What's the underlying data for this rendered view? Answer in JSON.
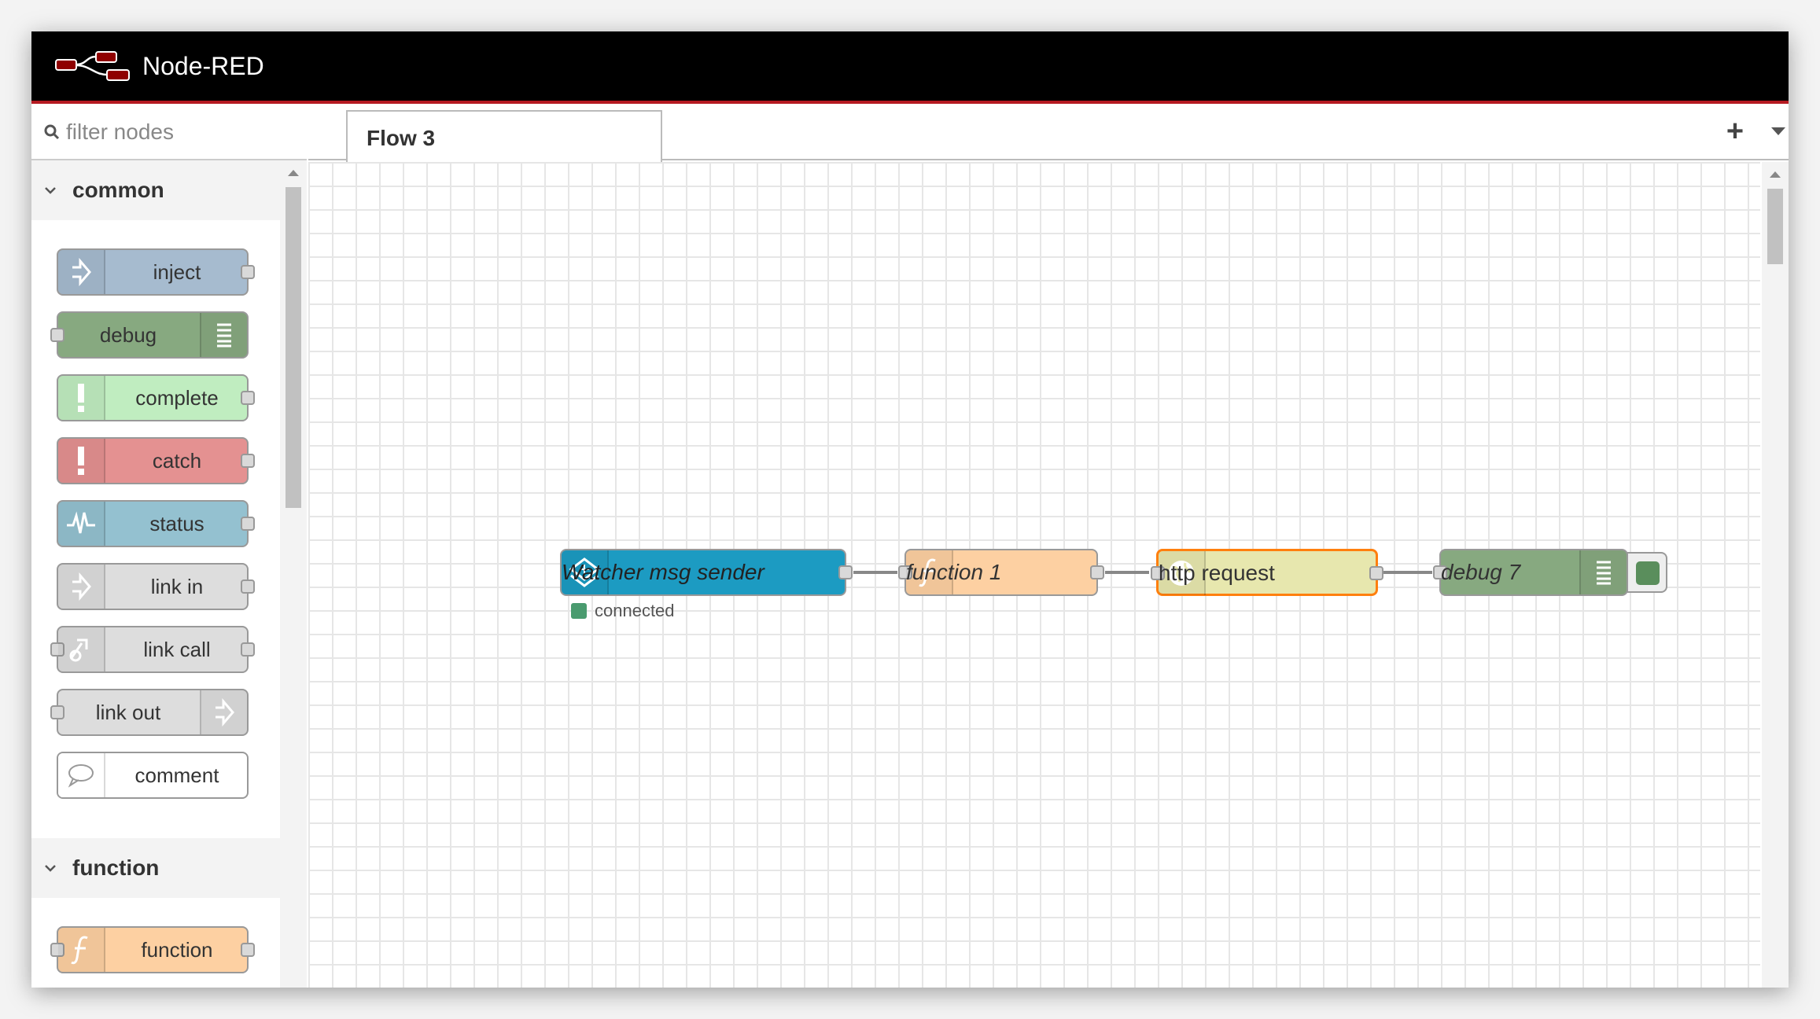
{
  "app": {
    "title": "Node-RED"
  },
  "palette": {
    "filter_placeholder": "filter nodes",
    "categories": [
      {
        "name": "common",
        "nodes": [
          "inject",
          "debug",
          "complete",
          "catch",
          "status",
          "link in",
          "link call",
          "link out",
          "comment"
        ]
      },
      {
        "name": "function",
        "nodes": [
          "function"
        ]
      }
    ]
  },
  "workspace": {
    "tabs": [
      {
        "label": "Flow 3"
      }
    ],
    "add_tab": "+",
    "nodes": [
      {
        "label": "Watcher msg sender",
        "status": "connected",
        "color": "#1c9bc2"
      },
      {
        "label": "function 1",
        "color": "#fdd0a2"
      },
      {
        "label": "http request",
        "color": "#e7e7ae",
        "selected": true
      },
      {
        "label": "debug 7",
        "color": "#87a980"
      }
    ]
  },
  "colors": {
    "header_bg": "#000000",
    "header_accent": "#b51a21",
    "inject": "#a6bbcf",
    "debug": "#87a980",
    "complete": "#c0edc0",
    "catch": "#e49191",
    "status": "#94c1d0",
    "link": "#dddddd",
    "comment": "#ffffff",
    "function": "#fdd0a2",
    "http_request": "#e7e7ae",
    "watcher": "#1c9bc2",
    "selected_outline": "#ff7f0e",
    "status_dot": "#4a9b6f"
  },
  "icons": [
    "node-red-logo",
    "search-icon",
    "chevron-down-icon",
    "inject-arrow-icon",
    "debug-list-icon",
    "exclamation-icon",
    "pulse-icon",
    "link-in-icon",
    "link-call-icon",
    "link-out-icon",
    "comment-bubble-icon",
    "function-f-icon",
    "globe-icon",
    "watcher-diamond-icon",
    "plus-icon",
    "caret-down-icon"
  ]
}
